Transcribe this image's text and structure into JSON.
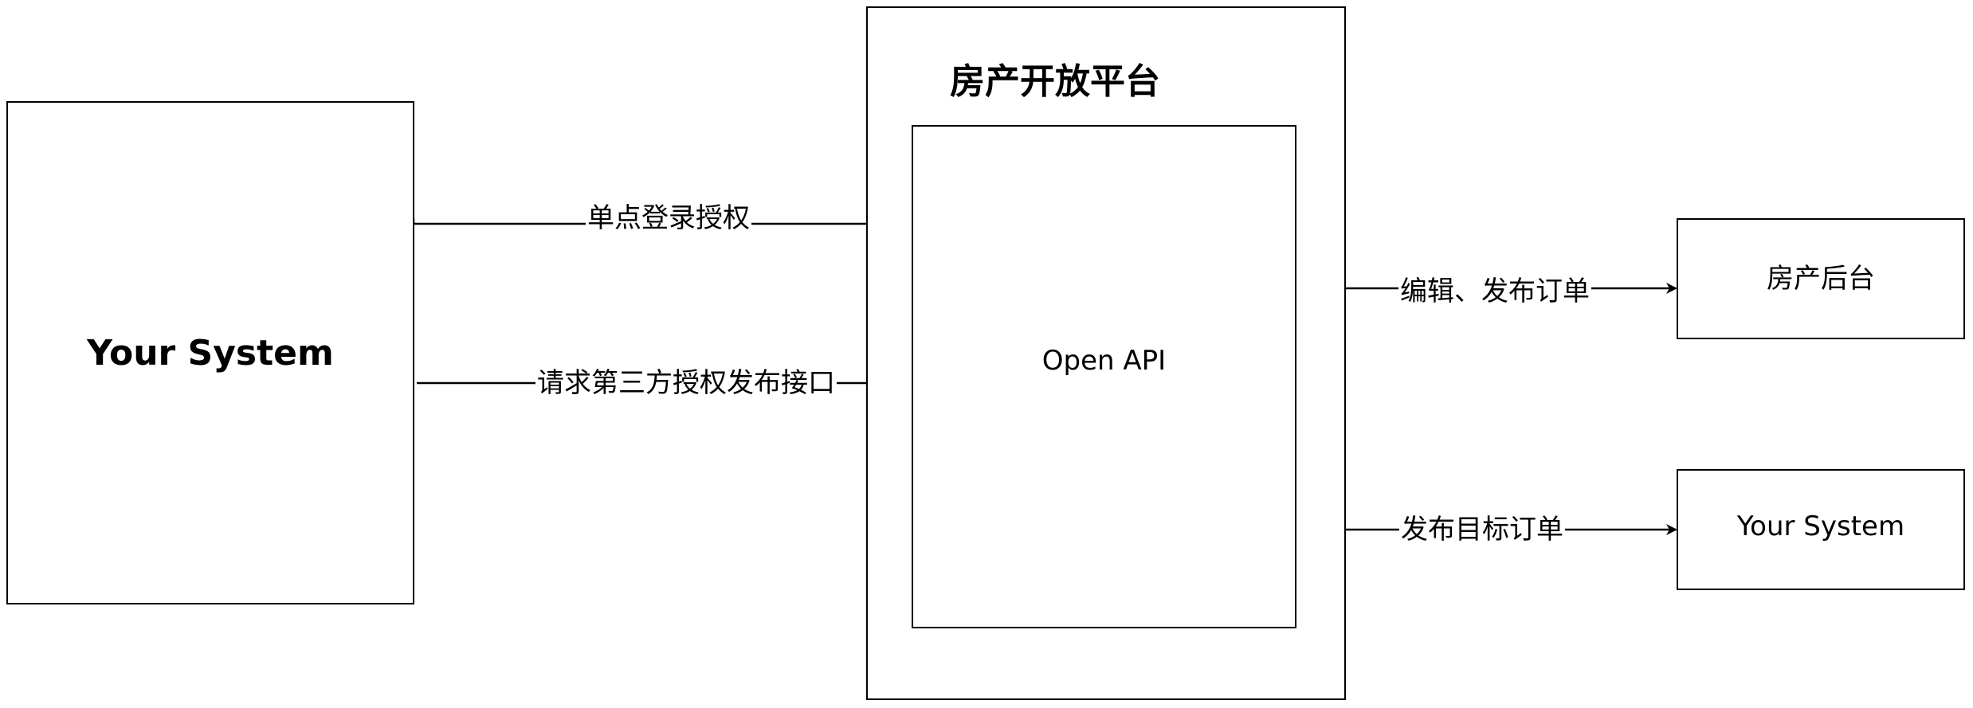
{
  "nodes": {
    "your_system_left": {
      "label": "Your System"
    },
    "platform_container": {
      "title": "房产开放平台"
    },
    "open_api": {
      "label": "Open API"
    },
    "backend": {
      "label": "房产后台"
    },
    "your_system_right": {
      "label": "Your System"
    }
  },
  "edges": {
    "sso_auth": {
      "label": "单点登录授权"
    },
    "third_party_publish": {
      "label": "请求第三方授权发布接口"
    },
    "edit_publish_order": {
      "label": "编辑、发布订单"
    },
    "publish_target_order": {
      "label": "发布目标订单"
    }
  },
  "colors": {
    "stroke": "#000000",
    "background": "#ffffff"
  }
}
